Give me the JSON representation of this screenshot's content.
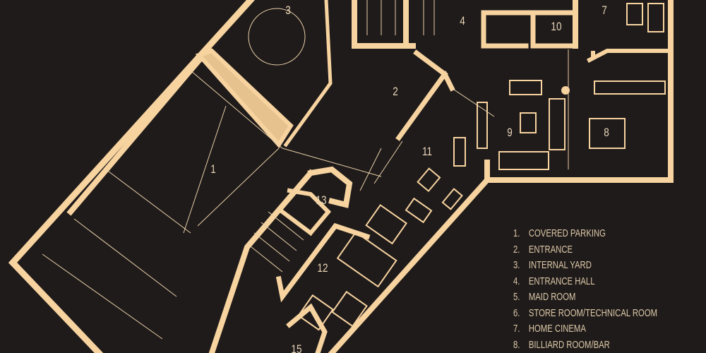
{
  "colors": {
    "background": "#1f1b1a",
    "walls": "#f7d3a0",
    "fine_lines": "#e8cfa8"
  },
  "room_numbers": [
    {
      "id": "1",
      "text": "1"
    },
    {
      "id": "2",
      "text": "2"
    },
    {
      "id": "3",
      "text": "3"
    },
    {
      "id": "4",
      "text": "4"
    },
    {
      "id": "7",
      "text": "7"
    },
    {
      "id": "8",
      "text": "8"
    },
    {
      "id": "9",
      "text": "9"
    },
    {
      "id": "10",
      "text": "10"
    },
    {
      "id": "11",
      "text": "11"
    },
    {
      "id": "12",
      "text": "12"
    },
    {
      "id": "13",
      "text": "13"
    },
    {
      "id": "15",
      "text": "15"
    }
  ],
  "legend": [
    {
      "num": "1.",
      "label": "COVERED PARKING"
    },
    {
      "num": "2.",
      "label": "ENTRANCE"
    },
    {
      "num": "3.",
      "label": "INTERNAL YARD"
    },
    {
      "num": "4.",
      "label": "ENTRANCE HALL"
    },
    {
      "num": "5.",
      "label": "MAID ROOM"
    },
    {
      "num": "6.",
      "label": "STORE ROOM/TECHNICAL ROOM"
    },
    {
      "num": "7.",
      "label": "HOME CINEMA"
    },
    {
      "num": "8.",
      "label": "BILLIARD ROOM/BAR"
    }
  ]
}
